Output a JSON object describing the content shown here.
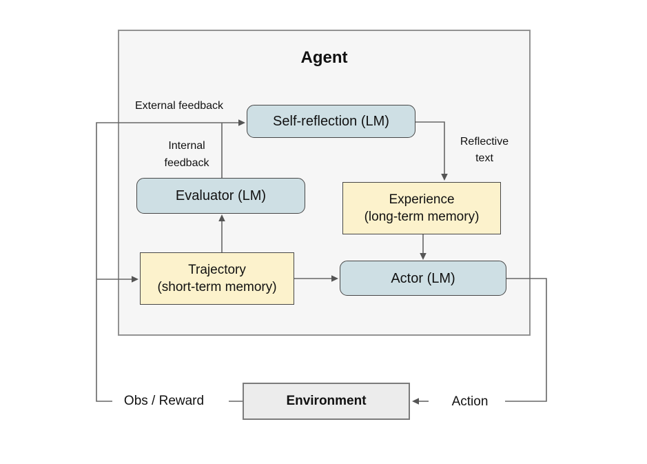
{
  "agent": {
    "title": "Agent"
  },
  "nodes": {
    "self_reflection": {
      "label": "Self-reflection (LM)"
    },
    "evaluator": {
      "label": "Evaluator (LM)"
    },
    "experience": {
      "label": "Experience",
      "sublabel": "(long-term memory)"
    },
    "trajectory": {
      "label": "Trajectory",
      "sublabel": "(short-term memory)"
    },
    "actor": {
      "label": "Actor (LM)"
    },
    "environment": {
      "label": "Environment"
    }
  },
  "edge_labels": {
    "external_feedback": "External feedback",
    "internal_feedback": {
      "line1": "Internal",
      "line2": "feedback"
    },
    "reflective_text": {
      "line1": "Reflective",
      "line2": "text"
    },
    "obs_reward": "Obs / Reward",
    "action": "Action"
  },
  "colors": {
    "lm_node_fill": "#cedfe4",
    "memory_node_fill": "#fcf2cc",
    "environment_fill": "#ececec",
    "agent_panel_fill": "#f6f6f6",
    "node_border": "#464646",
    "agent_panel_border": "#929292",
    "connector_line": "#666666"
  }
}
